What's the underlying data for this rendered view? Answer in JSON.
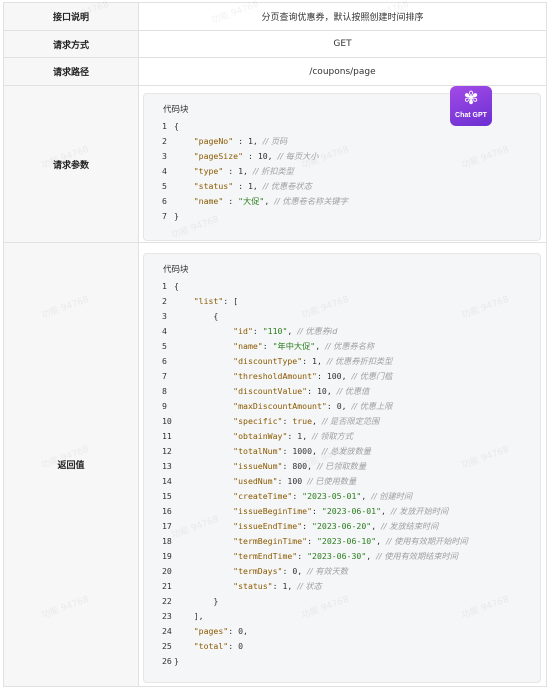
{
  "rows": {
    "desc": {
      "label": "接口说明",
      "value": "分页查询优惠券，默认按照创建时间排序"
    },
    "method": {
      "label": "请求方式",
      "value": "GET"
    },
    "path": {
      "label": "请求路径",
      "value": "/coupons/page"
    },
    "params": {
      "label": "请求参数"
    },
    "response": {
      "label": "返回值"
    }
  },
  "codeblock_title": "代码块",
  "badge": {
    "text": "Chat GPT",
    "icon": "chatgpt-logo-icon",
    "color": "#8a3de0"
  },
  "watermark": "功能 94768",
  "request_code": [
    {
      "n": "1",
      "parts": [
        [
          "p",
          "{"
        ]
      ]
    },
    {
      "n": "2",
      "parts": [
        [
          "p",
          "    "
        ],
        [
          "k",
          "\"pageNo\""
        ],
        [
          "p",
          " : "
        ],
        [
          "n",
          "1"
        ],
        [
          "p",
          ", "
        ],
        [
          "c",
          "// 页码"
        ]
      ]
    },
    {
      "n": "3",
      "parts": [
        [
          "p",
          "    "
        ],
        [
          "k",
          "\"pageSize\""
        ],
        [
          "p",
          " : "
        ],
        [
          "n",
          "10"
        ],
        [
          "p",
          ", "
        ],
        [
          "c",
          "// 每页大小"
        ]
      ]
    },
    {
      "n": "4",
      "parts": [
        [
          "p",
          "    "
        ],
        [
          "k",
          "\"type\""
        ],
        [
          "p",
          " : "
        ],
        [
          "n",
          "1"
        ],
        [
          "p",
          ", "
        ],
        [
          "c",
          "// 折扣类型"
        ]
      ]
    },
    {
      "n": "5",
      "parts": [
        [
          "p",
          "    "
        ],
        [
          "k",
          "\"status\""
        ],
        [
          "p",
          " : "
        ],
        [
          "n",
          "1"
        ],
        [
          "p",
          ", "
        ],
        [
          "c",
          "// 优惠卷状态"
        ]
      ]
    },
    {
      "n": "6",
      "parts": [
        [
          "p",
          "    "
        ],
        [
          "k",
          "\"name\""
        ],
        [
          "p",
          " : "
        ],
        [
          "s",
          "\"大促\""
        ],
        [
          "p",
          ", "
        ],
        [
          "c",
          "// 优惠卷名称关键字"
        ]
      ]
    },
    {
      "n": "7",
      "parts": [
        [
          "p",
          "}"
        ]
      ]
    }
  ],
  "response_code": [
    {
      "n": "1",
      "parts": [
        [
          "p",
          "{"
        ]
      ]
    },
    {
      "n": "2",
      "parts": [
        [
          "p",
          "    "
        ],
        [
          "k",
          "\"list\""
        ],
        [
          "p",
          ": ["
        ]
      ]
    },
    {
      "n": "3",
      "parts": [
        [
          "p",
          "        {"
        ]
      ]
    },
    {
      "n": "4",
      "parts": [
        [
          "p",
          "            "
        ],
        [
          "k",
          "\"id\""
        ],
        [
          "p",
          ": "
        ],
        [
          "s",
          "\"110\""
        ],
        [
          "p",
          ", "
        ],
        [
          "c",
          "// 优惠券id"
        ]
      ]
    },
    {
      "n": "5",
      "parts": [
        [
          "p",
          "            "
        ],
        [
          "k",
          "\"name\""
        ],
        [
          "p",
          ": "
        ],
        [
          "s",
          "\"年中大促\""
        ],
        [
          "p",
          ", "
        ],
        [
          "c",
          "// 优惠券名称"
        ]
      ]
    },
    {
      "n": "6",
      "parts": [
        [
          "p",
          "            "
        ],
        [
          "k",
          "\"discountType\""
        ],
        [
          "p",
          ": "
        ],
        [
          "n",
          "1"
        ],
        [
          "p",
          ", "
        ],
        [
          "c",
          "// 优惠券折扣类型"
        ]
      ]
    },
    {
      "n": "7",
      "parts": [
        [
          "p",
          "            "
        ],
        [
          "k",
          "\"thresholdAmount\""
        ],
        [
          "p",
          ": "
        ],
        [
          "n",
          "100"
        ],
        [
          "p",
          ", "
        ],
        [
          "c",
          "// 优惠门槛"
        ]
      ]
    },
    {
      "n": "8",
      "parts": [
        [
          "p",
          "            "
        ],
        [
          "k",
          "\"discountValue\""
        ],
        [
          "p",
          ": "
        ],
        [
          "n",
          "10"
        ],
        [
          "p",
          ", "
        ],
        [
          "c",
          "// 优惠值"
        ]
      ]
    },
    {
      "n": "9",
      "parts": [
        [
          "p",
          "            "
        ],
        [
          "k",
          "\"maxDiscountAmount\""
        ],
        [
          "p",
          ": "
        ],
        [
          "n",
          "0"
        ],
        [
          "p",
          ", "
        ],
        [
          "c",
          "// 优惠上限"
        ]
      ]
    },
    {
      "n": "10",
      "parts": [
        [
          "p",
          "            "
        ],
        [
          "k",
          "\"specific\""
        ],
        [
          "p",
          ": "
        ],
        [
          "k",
          "true"
        ],
        [
          "p",
          ", "
        ],
        [
          "c",
          "// 是否限定范围"
        ]
      ]
    },
    {
      "n": "11",
      "parts": [
        [
          "p",
          "            "
        ],
        [
          "k",
          "\"obtainWay\""
        ],
        [
          "p",
          ": "
        ],
        [
          "n",
          "1"
        ],
        [
          "p",
          ", "
        ],
        [
          "c",
          "// 领取方式"
        ]
      ]
    },
    {
      "n": "12",
      "parts": [
        [
          "p",
          "            "
        ],
        [
          "k",
          "\"totalNum\""
        ],
        [
          "p",
          ": "
        ],
        [
          "n",
          "1000"
        ],
        [
          "p",
          ", "
        ],
        [
          "c",
          "// 总发放数量"
        ]
      ]
    },
    {
      "n": "13",
      "parts": [
        [
          "p",
          "            "
        ],
        [
          "k",
          "\"issueNum\""
        ],
        [
          "p",
          ": "
        ],
        [
          "n",
          "800"
        ],
        [
          "p",
          ", "
        ],
        [
          "c",
          "// 已领取数量"
        ]
      ]
    },
    {
      "n": "14",
      "parts": [
        [
          "p",
          "            "
        ],
        [
          "k",
          "\"usedNum\""
        ],
        [
          "p",
          ": "
        ],
        [
          "n",
          "100"
        ],
        [
          "p",
          " "
        ],
        [
          "c",
          "// 已使用数量"
        ]
      ]
    },
    {
      "n": "15",
      "parts": [
        [
          "p",
          "            "
        ],
        [
          "k",
          "\"createTime\""
        ],
        [
          "p",
          ": "
        ],
        [
          "s",
          "\"2023-05-01\""
        ],
        [
          "p",
          ", "
        ],
        [
          "c",
          "// 创建时间"
        ]
      ]
    },
    {
      "n": "16",
      "parts": [
        [
          "p",
          "            "
        ],
        [
          "k",
          "\"issueBeginTime\""
        ],
        [
          "p",
          ": "
        ],
        [
          "s",
          "\"2023-06-01\""
        ],
        [
          "p",
          ", "
        ],
        [
          "c",
          "// 发放开始时间"
        ]
      ]
    },
    {
      "n": "17",
      "parts": [
        [
          "p",
          "            "
        ],
        [
          "k",
          "\"issueEndTime\""
        ],
        [
          "p",
          ": "
        ],
        [
          "s",
          "\"2023-06-20\""
        ],
        [
          "p",
          ", "
        ],
        [
          "c",
          "// 发放结束时间"
        ]
      ]
    },
    {
      "n": "18",
      "parts": [
        [
          "p",
          "            "
        ],
        [
          "k",
          "\"termBeginTime\""
        ],
        [
          "p",
          ": "
        ],
        [
          "s",
          "\"2023-06-10\""
        ],
        [
          "p",
          ", "
        ],
        [
          "c",
          "// 使用有效期开始时间"
        ]
      ]
    },
    {
      "n": "19",
      "parts": [
        [
          "p",
          "            "
        ],
        [
          "k",
          "\"termEndTime\""
        ],
        [
          "p",
          ": "
        ],
        [
          "s",
          "\"2023-06-30\""
        ],
        [
          "p",
          ", "
        ],
        [
          "c",
          "// 使用有效期结束时间"
        ]
      ]
    },
    {
      "n": "20",
      "parts": [
        [
          "p",
          "            "
        ],
        [
          "k",
          "\"termDays\""
        ],
        [
          "p",
          ": "
        ],
        [
          "n",
          "0"
        ],
        [
          "p",
          ", "
        ],
        [
          "c",
          "// 有效天数"
        ]
      ]
    },
    {
      "n": "21",
      "parts": [
        [
          "p",
          "            "
        ],
        [
          "k",
          "\"status\""
        ],
        [
          "p",
          ": "
        ],
        [
          "n",
          "1"
        ],
        [
          "p",
          ", "
        ],
        [
          "c",
          "// 状态"
        ]
      ]
    },
    {
      "n": "22",
      "parts": [
        [
          "p",
          "        }"
        ]
      ]
    },
    {
      "n": "23",
      "parts": [
        [
          "p",
          "    ],"
        ]
      ]
    },
    {
      "n": "24",
      "parts": [
        [
          "p",
          "    "
        ],
        [
          "k",
          "\"pages\""
        ],
        [
          "p",
          ": "
        ],
        [
          "n",
          "0"
        ],
        [
          "p",
          ","
        ]
      ]
    },
    {
      "n": "25",
      "parts": [
        [
          "p",
          "    "
        ],
        [
          "k",
          "\"total\""
        ],
        [
          "p",
          ": "
        ],
        [
          "n",
          "0"
        ]
      ]
    },
    {
      "n": "26",
      "parts": [
        [
          "p",
          "}"
        ]
      ]
    }
  ]
}
